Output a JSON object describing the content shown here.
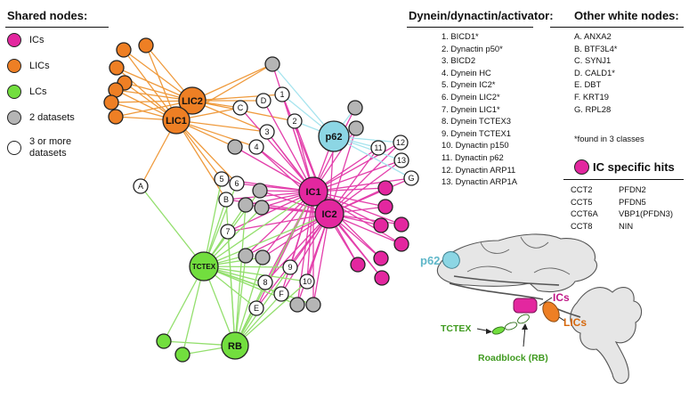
{
  "colors": {
    "ic": "#e3279f",
    "lic": "#ee7f24",
    "lc": "#72de3e",
    "p62": "#8cd6e4",
    "gray": "#b5b5b5",
    "white": "#ffffff",
    "ic_edge": "#e33fab",
    "lic_edge": "#ef9a3c",
    "lc_edge": "#93df6d",
    "p62_edge": "#a6e4ee"
  },
  "legend": {
    "title": "Shared nodes:",
    "items": [
      {
        "label": "ICs",
        "color": "#e3279f"
      },
      {
        "label": "LICs",
        "color": "#ee7f24"
      },
      {
        "label": "LCs",
        "color": "#72de3e"
      },
      {
        "label": "2 datasets",
        "color": "#b5b5b5"
      },
      {
        "label": "3 or more datasets",
        "color": "#ffffff"
      }
    ]
  },
  "dynein": {
    "title": "Dynein/dynactin/activator:",
    "items": [
      "1. BICD1*",
      "2. Dynactin p50*",
      "3. BICD2",
      "4. Dynein HC",
      "5. Dynein IC2*",
      "6. Dynein LIC2*",
      "7. Dynein LIC1*",
      "8. Dynein TCTEX3",
      "9. Dynein TCTEX1",
      "10. Dynactin p150",
      "11. Dynactin p62",
      "12. Dynactin ARP11",
      "13. Dynactin ARP1A"
    ]
  },
  "other": {
    "title": "Other white nodes:",
    "items": [
      "A. ANXA2",
      "B. BTF3L4*",
      "C. SYNJ1",
      "D. CALD1*",
      "E. DBT",
      "F. KRT19",
      "G. RPL28"
    ],
    "footnote": "*found in 3 classes"
  },
  "ic_hits": {
    "title": "IC specific hits",
    "rows": [
      [
        "CCT2",
        "PFDN2"
      ],
      [
        "CCT5",
        "PFDN5"
      ],
      [
        "CCT6A",
        "VBP1(PFDN3)"
      ],
      [
        "CCT8",
        "NIN"
      ]
    ]
  },
  "network": {
    "hubs": [
      {
        "id": "LIC2",
        "label": "LIC2",
        "type": "lic"
      },
      {
        "id": "LIC1",
        "label": "LIC1",
        "type": "lic"
      },
      {
        "id": "IC1",
        "label": "IC1",
        "type": "ic"
      },
      {
        "id": "IC2",
        "label": "IC2",
        "type": "ic"
      },
      {
        "id": "TCTEX",
        "label": "TCTEX",
        "type": "lc"
      },
      {
        "id": "RB",
        "label": "RB",
        "type": "lc"
      },
      {
        "id": "p62",
        "label": "p62",
        "type": "p62"
      }
    ],
    "numbered": [
      "1",
      "2",
      "3",
      "4",
      "5",
      "6",
      "7",
      "8",
      "9",
      "10",
      "11",
      "12",
      "13"
    ],
    "lettered": [
      "A",
      "B",
      "C",
      "D",
      "E",
      "F",
      "G"
    ]
  },
  "structure": {
    "p62_label": "p62",
    "ics_label": "ICs",
    "lics_label": "LICs",
    "tctex_label": "TCTEX",
    "rb_label": "Roadblock (RB)"
  }
}
